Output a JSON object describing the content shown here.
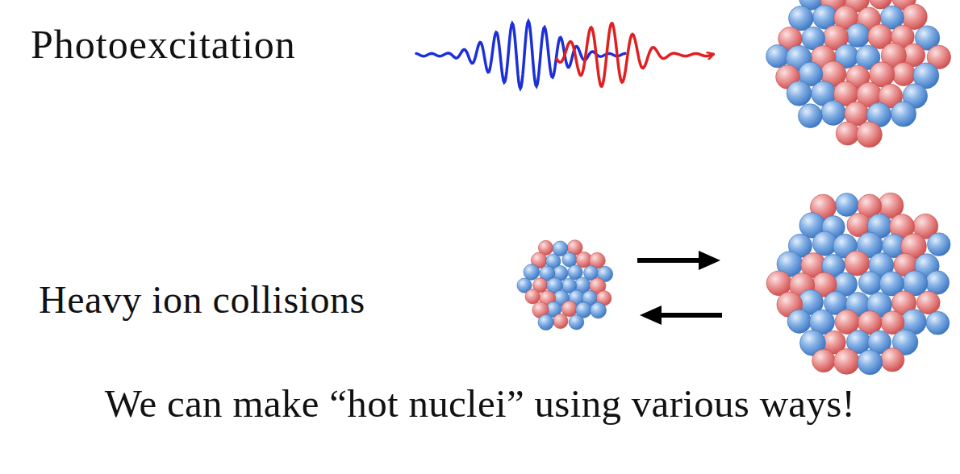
{
  "diagram": {
    "caption": "We can make “hot nuclei” using various ways!",
    "labels": [
      "Photoexcitation",
      "Heavy ion collisions"
    ]
  }
}
